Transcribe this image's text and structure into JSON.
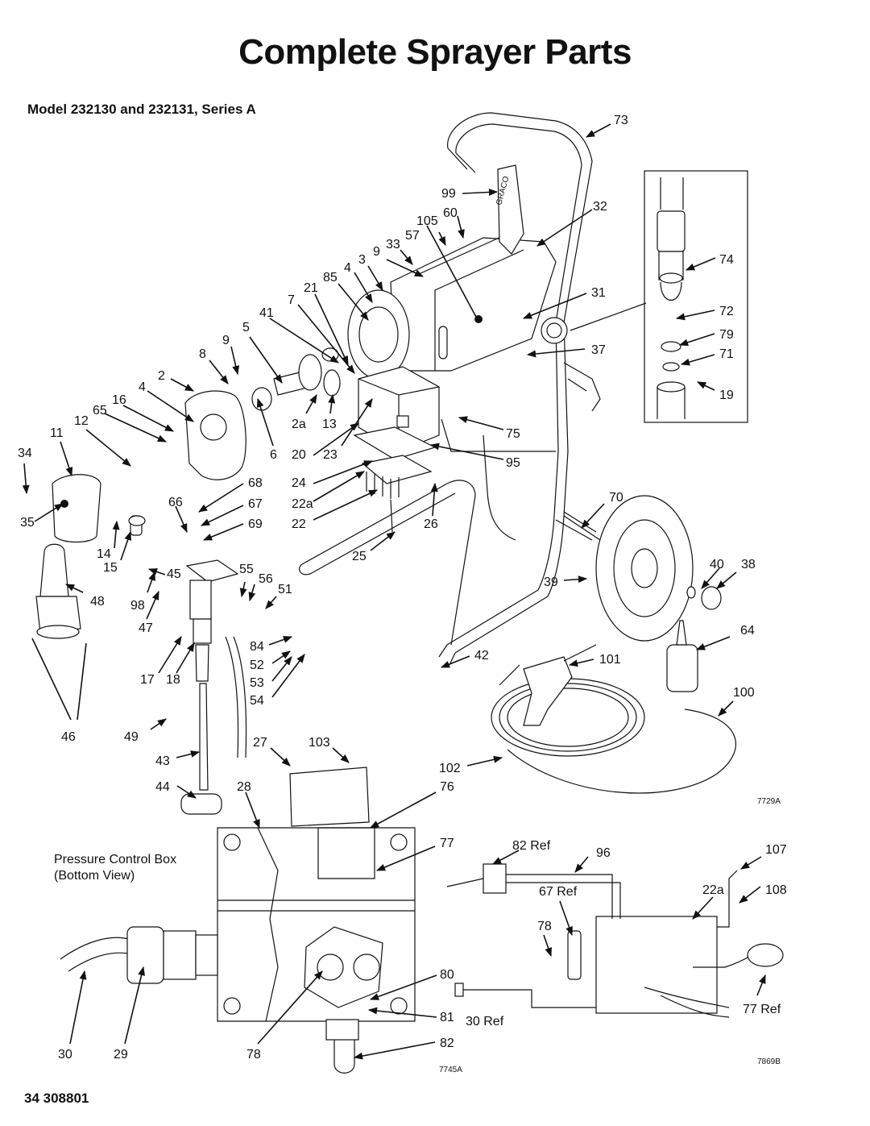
{
  "page": {
    "title": "Complete Sprayer Parts",
    "subtitle": "Model  232130 and 232131, Series A",
    "pressure_control_box": [
      "Pressure Control Box",
      "(Bottom View)"
    ],
    "footer": "34   308801",
    "figure_codes": [
      "7729A",
      "7745A",
      "7869B"
    ],
    "logo_text": "GRACO"
  },
  "callouts": [
    {
      "id": "c73",
      "text": "73"
    },
    {
      "id": "c99",
      "text": "99"
    },
    {
      "id": "c32",
      "text": "32"
    },
    {
      "id": "c105",
      "text": "105"
    },
    {
      "id": "c60",
      "text": "60"
    },
    {
      "id": "c33",
      "text": "33"
    },
    {
      "id": "c57",
      "text": "57"
    },
    {
      "id": "c9a",
      "text": "9"
    },
    {
      "id": "c3",
      "text": "3"
    },
    {
      "id": "c4a",
      "text": "4"
    },
    {
      "id": "c85",
      "text": "85"
    },
    {
      "id": "c21",
      "text": "21"
    },
    {
      "id": "c7",
      "text": "7"
    },
    {
      "id": "c41",
      "text": "41"
    },
    {
      "id": "c5",
      "text": "5"
    },
    {
      "id": "c9b",
      "text": "9"
    },
    {
      "id": "c8",
      "text": "8"
    },
    {
      "id": "c2",
      "text": "2"
    },
    {
      "id": "c4b",
      "text": "4"
    },
    {
      "id": "c16",
      "text": "16"
    },
    {
      "id": "c65",
      "text": "65"
    },
    {
      "id": "c12",
      "text": "12"
    },
    {
      "id": "c11",
      "text": "11"
    },
    {
      "id": "c34",
      "text": "34"
    },
    {
      "id": "c35",
      "text": "35"
    },
    {
      "id": "c74",
      "text": "74"
    },
    {
      "id": "c31",
      "text": "31"
    },
    {
      "id": "c72",
      "text": "72"
    },
    {
      "id": "c79",
      "text": "79"
    },
    {
      "id": "c37",
      "text": "37"
    },
    {
      "id": "c71",
      "text": "71"
    },
    {
      "id": "c19",
      "text": "19"
    },
    {
      "id": "c75",
      "text": "75"
    },
    {
      "id": "c95",
      "text": "95"
    },
    {
      "id": "c2a",
      "text": "2a"
    },
    {
      "id": "c13",
      "text": "13"
    },
    {
      "id": "c6",
      "text": "6"
    },
    {
      "id": "c20",
      "text": "20"
    },
    {
      "id": "c23",
      "text": "23"
    },
    {
      "id": "c24",
      "text": "24"
    },
    {
      "id": "c22a",
      "text": "22a"
    },
    {
      "id": "c22",
      "text": "22"
    },
    {
      "id": "c26",
      "text": "26"
    },
    {
      "id": "c70",
      "text": "70"
    },
    {
      "id": "c68",
      "text": "68"
    },
    {
      "id": "c67",
      "text": "67"
    },
    {
      "id": "c69",
      "text": "69"
    },
    {
      "id": "c66",
      "text": "66"
    },
    {
      "id": "c14",
      "text": "14"
    },
    {
      "id": "c15",
      "text": "15"
    },
    {
      "id": "c25",
      "text": "25"
    },
    {
      "id": "c40",
      "text": "40"
    },
    {
      "id": "c38",
      "text": "38"
    },
    {
      "id": "c39",
      "text": "39"
    },
    {
      "id": "c45",
      "text": "45"
    },
    {
      "id": "c55",
      "text": "55"
    },
    {
      "id": "c56",
      "text": "56"
    },
    {
      "id": "c51",
      "text": "51"
    },
    {
      "id": "c48",
      "text": "48"
    },
    {
      "id": "c98",
      "text": "98"
    },
    {
      "id": "c47",
      "text": "47"
    },
    {
      "id": "c64",
      "text": "64"
    },
    {
      "id": "c84",
      "text": "84"
    },
    {
      "id": "c42",
      "text": "42"
    },
    {
      "id": "c101",
      "text": "101"
    },
    {
      "id": "c52",
      "text": "52"
    },
    {
      "id": "c17",
      "text": "17"
    },
    {
      "id": "c18",
      "text": "18"
    },
    {
      "id": "c53",
      "text": "53"
    },
    {
      "id": "c54",
      "text": "54"
    },
    {
      "id": "c100",
      "text": "100"
    },
    {
      "id": "c46",
      "text": "46"
    },
    {
      "id": "c49",
      "text": "49"
    },
    {
      "id": "c27",
      "text": "27"
    },
    {
      "id": "c103",
      "text": "103"
    },
    {
      "id": "c43",
      "text": "43"
    },
    {
      "id": "c102",
      "text": "102"
    },
    {
      "id": "c44",
      "text": "44"
    },
    {
      "id": "c28",
      "text": "28"
    },
    {
      "id": "c76",
      "text": "76"
    },
    {
      "id": "c77",
      "text": "77"
    },
    {
      "id": "c82ref",
      "text": "82 Ref"
    },
    {
      "id": "c96",
      "text": "96"
    },
    {
      "id": "c107",
      "text": "107"
    },
    {
      "id": "c67ref",
      "text": "67 Ref"
    },
    {
      "id": "c22aref",
      "text": "22a"
    },
    {
      "id": "c108",
      "text": "108"
    },
    {
      "id": "c78a",
      "text": "78"
    },
    {
      "id": "c80",
      "text": "80"
    },
    {
      "id": "c81",
      "text": "81"
    },
    {
      "id": "c30ref",
      "text": "30 Ref"
    },
    {
      "id": "c77ref",
      "text": "77 Ref"
    },
    {
      "id": "c30",
      "text": "30"
    },
    {
      "id": "c29",
      "text": "29"
    },
    {
      "id": "c78b",
      "text": "78"
    },
    {
      "id": "c82",
      "text": "82"
    }
  ]
}
